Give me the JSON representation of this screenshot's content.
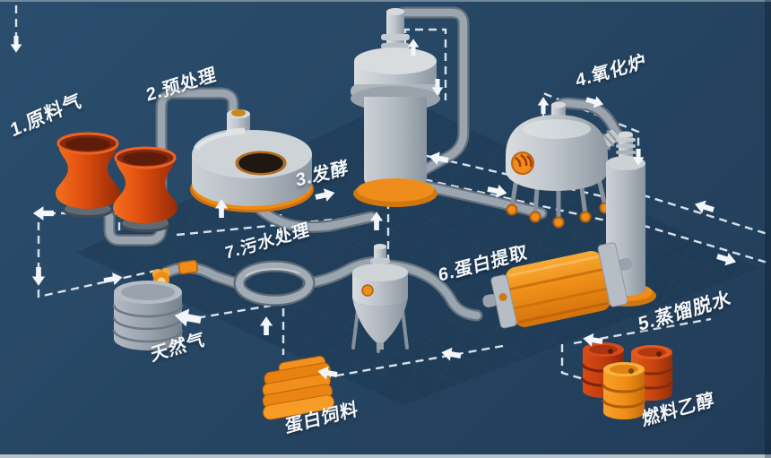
{
  "scene": {
    "type": "isometric-process-flow-diagram",
    "steps": [
      {
        "id": "raw-gas",
        "label": "1.原料气"
      },
      {
        "id": "pretreatment",
        "label": "2.预处理"
      },
      {
        "id": "fermentation",
        "label": "3.发酵"
      },
      {
        "id": "oxidation-furnace",
        "label": "4.氧化炉"
      },
      {
        "id": "distillation-dehydration",
        "label": "5.蒸馏脱水"
      },
      {
        "id": "protein-extraction",
        "label": "6.蛋白提取"
      },
      {
        "id": "wastewater-treatment",
        "label": "7.污水处理"
      }
    ],
    "products": [
      {
        "id": "natural-gas",
        "label": "天然气"
      },
      {
        "id": "protein-feed",
        "label": "蛋白饲料"
      },
      {
        "id": "fuel-ethanol",
        "label": "燃料乙醇"
      }
    ],
    "colors": {
      "background": "#264663",
      "floor": "#1c3852",
      "pipe": "#9aa5b0",
      "pipe_outline": "#64707d",
      "dashed_flow": "#e9eff5",
      "accent_orange": "#ee8d1c",
      "tower_red": "#e2500f",
      "barrel_red": "#c43d10",
      "steel_light": "#ccd1d6",
      "steel_dark": "#9aa3ac"
    },
    "icons": [
      "cooling-tower-icon",
      "pretreatment-tank-icon",
      "fermentation-tower-icon",
      "oxidation-furnace-icon",
      "distillation-column-icon",
      "protein-extractor-icon",
      "hopper-clarifier-icon",
      "wastewater-ring-icon",
      "gas-storage-tank-icon",
      "flame-icon",
      "feed-bags-icon",
      "fuel-barrels-icon",
      "flow-arrow-icon",
      "pipe-icon"
    ]
  }
}
